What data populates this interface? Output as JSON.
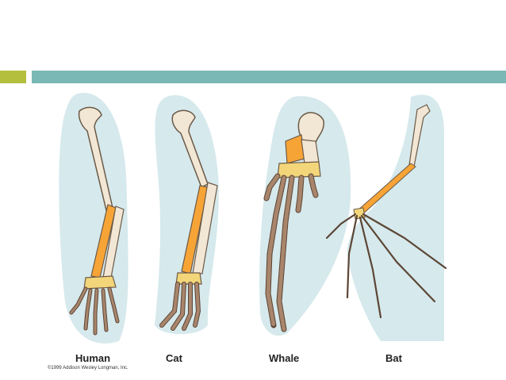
{
  "slide": {
    "colors": {
      "accent_bar": "#b5bf3e",
      "header_bar": "#79b8b4",
      "silhouette": "#d6e9ec",
      "humerus": "#f2e6d4",
      "radius_ulna": "#f7a436",
      "carpals": "#f3d67a",
      "phalanges": "#a8856b"
    }
  },
  "figure": {
    "labels": {
      "human": "Human",
      "cat": "Cat",
      "whale": "Whale",
      "bat": "Bat"
    },
    "credit": "©1999 Addison Wesley Longman, Inc."
  }
}
